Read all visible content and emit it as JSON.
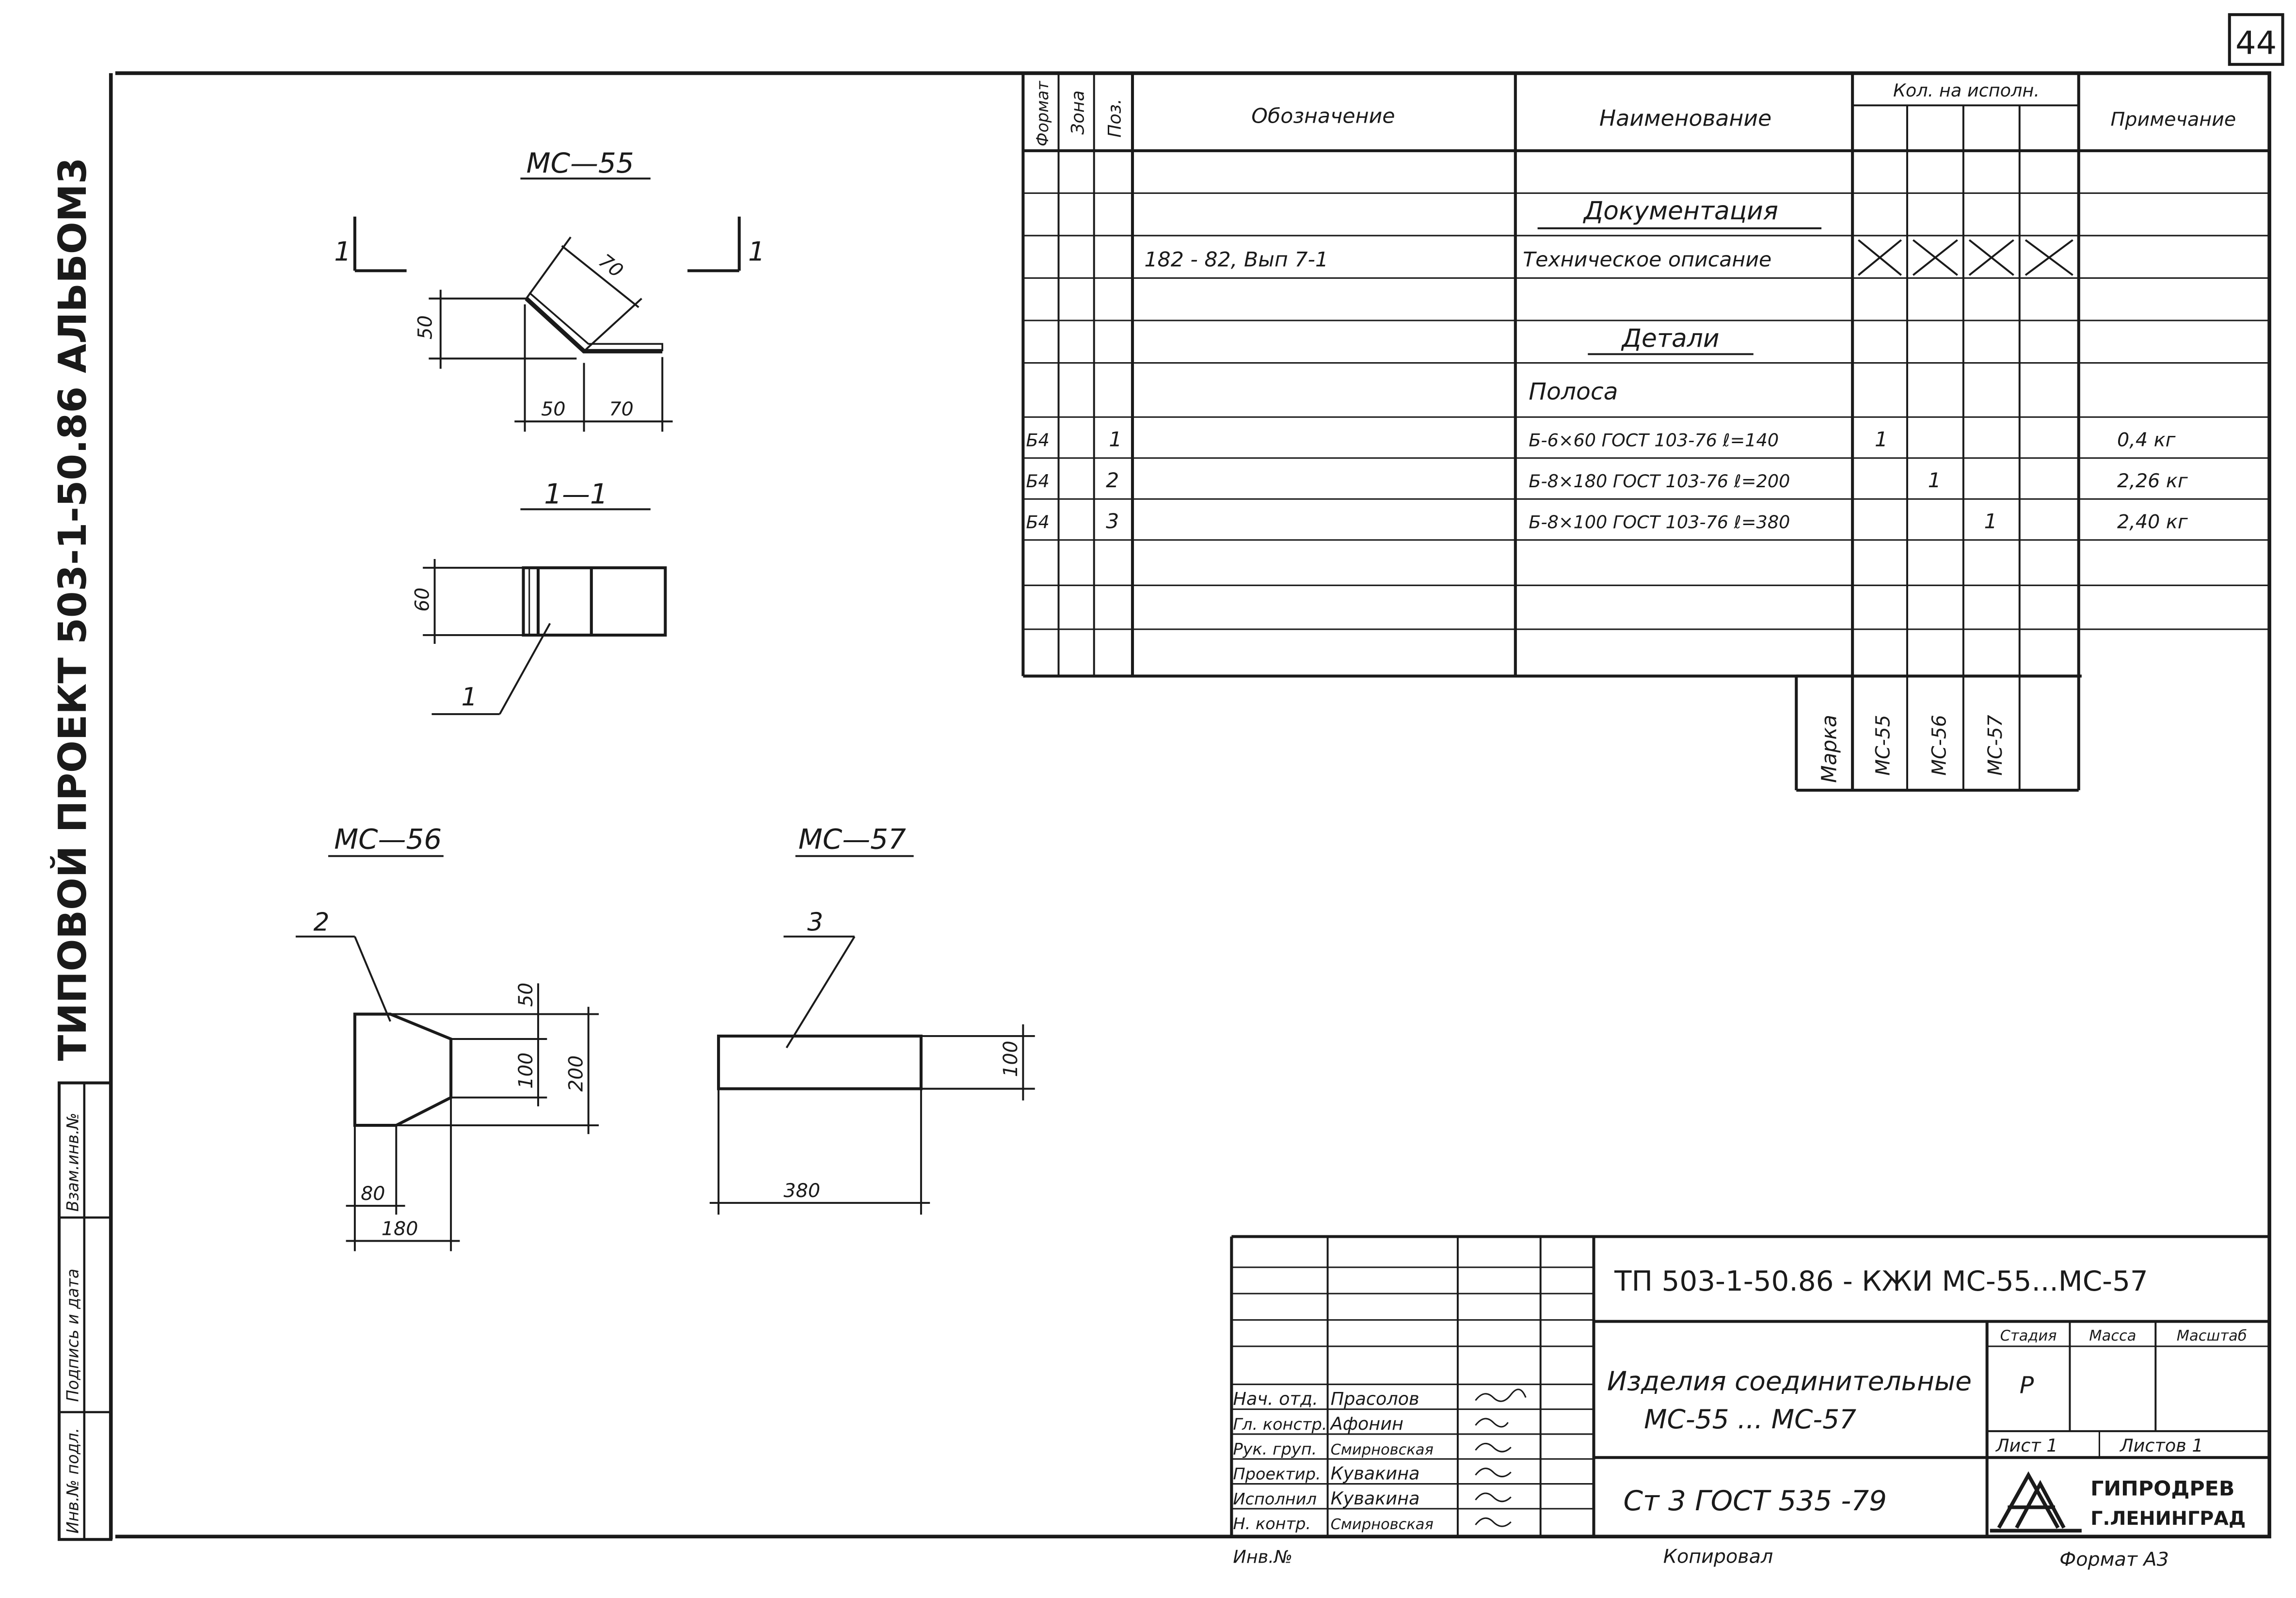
{
  "sheet_number": "44",
  "side_title": "ТИПОВОЙ ПРОЕКТ 503-1-50.86 АЛЬБОМ3",
  "side_stamp": [
    "Инв.№ подл.",
    "Подпись и дата",
    "Взам.инв.№"
  ],
  "drawings": {
    "mc55": {
      "title": "МС—55",
      "section_mark": "1",
      "dim_top": "70",
      "dim_left": "50",
      "dim_bottom_left": "50",
      "dim_bottom_right": "70"
    },
    "section11": {
      "title": "1—1",
      "dim_height": "60",
      "leader": "1"
    },
    "mc56": {
      "title": "МС—56",
      "leader": "2",
      "dim_50": "50",
      "dim_100": "100",
      "dim_200": "200",
      "dim_80": "80",
      "dim_180": "180"
    },
    "mc57": {
      "title": "МС—57",
      "leader": "3",
      "dim_100": "100",
      "dim_380": "380"
    }
  },
  "spec_table": {
    "headers": {
      "format": "Формат",
      "zone": "Зона",
      "pos": "Поз.",
      "designation": "Обозначение",
      "name": "Наименование",
      "qty": "Кол. на исполн.",
      "note": "Примечание"
    },
    "section_docs": "Документация",
    "doc_row": {
      "designation": "182 - 82, Вып 7-1",
      "name": "Техническое описание"
    },
    "section_parts": "Детали",
    "group_name": "Полоса",
    "rows": [
      {
        "format": "Б4",
        "pos": "1",
        "name": "Б-6×60 ГОСТ 103-76 ℓ=140",
        "q1": "1",
        "q2": "",
        "q3": "",
        "note": "0,4 кг"
      },
      {
        "format": "Б4",
        "pos": "2",
        "name": "Б-8×180 ГОСТ 103-76 ℓ=200",
        "q1": "",
        "q2": "1",
        "q3": "",
        "note": "2,26 кг"
      },
      {
        "format": "Б4",
        "pos": "3",
        "name": "Б-8×100 ГОСТ 103-76 ℓ=380",
        "q1": "",
        "q2": "",
        "q3": "1",
        "note": "2,40 кг"
      }
    ],
    "marks": {
      "label": "Марка",
      "m1": "МС-55",
      "m2": "МС-56",
      "m3": "МС-57"
    }
  },
  "title_block": {
    "code": "ТП 503-1-50.86 - КЖИ МС-55...МС-57",
    "name_line1": "Изделия соединительные",
    "name_line2": "МС-55 ... МС-57",
    "material": "Ст 3 ГОСТ 535 -79",
    "stage_label": "Стадия",
    "mass_label": "Масса",
    "scale_label": "Масштаб",
    "stage": "Р",
    "sheet_label": "Лист 1",
    "sheets_label": "Листов 1",
    "org_line1": "ГИПРОДРЕВ",
    "org_line2": "Г.ЛЕНИНГРАД",
    "staff": [
      {
        "role": "Нач. отд.",
        "name": "Прасолов"
      },
      {
        "role": "Гл. констр.",
        "name": "Афонин"
      },
      {
        "role": "Рук. груп.",
        "name": "Смирновская"
      },
      {
        "role": "Проектир.",
        "name": "Кувакина"
      },
      {
        "role": "Исполнил",
        "name": "Кувакина"
      },
      {
        "role": "Н. контр.",
        "name": "Смирновская"
      }
    ],
    "inv": "Инв.№",
    "copied": "Копировал",
    "format": "Формат А3"
  }
}
